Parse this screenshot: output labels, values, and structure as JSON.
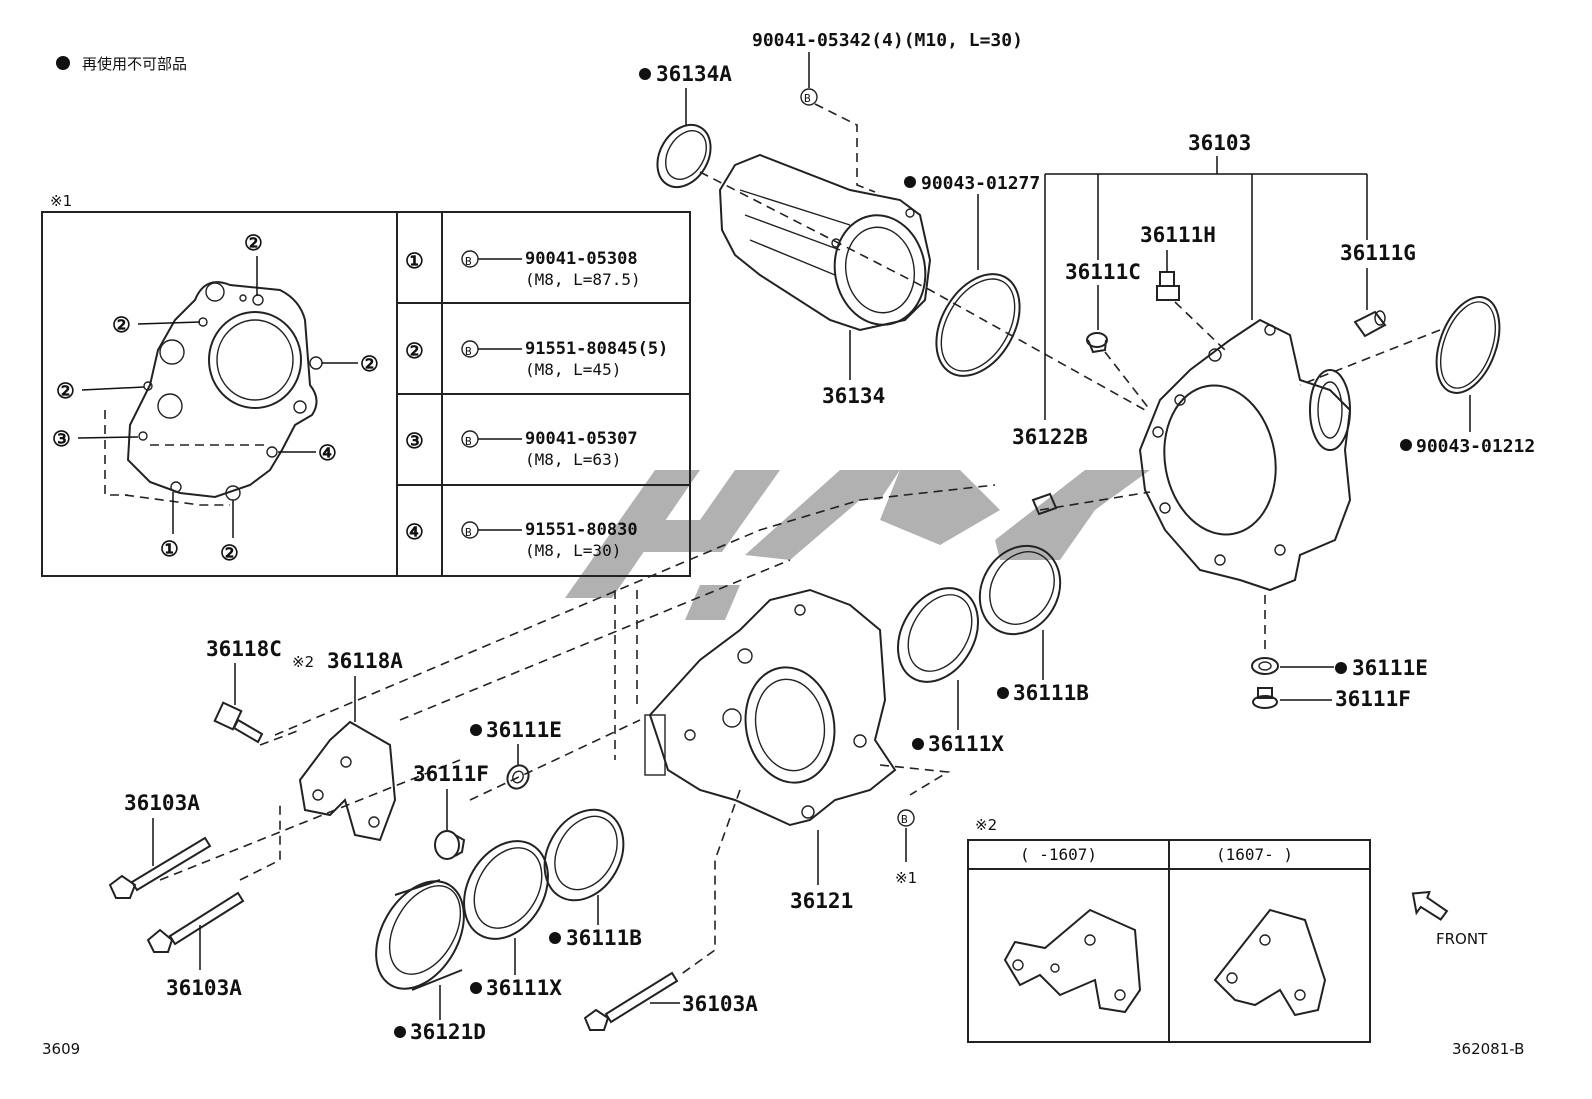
{
  "legend": {
    "non_reusable_text": "再使用不可部品"
  },
  "inset1": {
    "mark": "※1",
    "rows": [
      {
        "num": "①",
        "part": "90041-05308",
        "spec": "(M8, L=87.5)"
      },
      {
        "num": "②",
        "part": "91551-80845(5)",
        "spec": "(M8, L=45)"
      },
      {
        "num": "③",
        "part": "90041-05307",
        "spec": "(M8, L=63)"
      },
      {
        "num": "④",
        "part": "91551-80830",
        "spec": "(M8, L=30)"
      }
    ],
    "callouts": {
      "c1": "①",
      "c2": "②",
      "c3": "③",
      "c4": "④"
    }
  },
  "inset2": {
    "mark": "※2",
    "col1": "(      -1607)",
    "col2": "(1607-      )"
  },
  "bolt_mark": "B",
  "labels": {
    "p_90041_05342": "90041-05342(4)(M10, L=30)",
    "p_36134A": "36134A",
    "p_90043_01277": "90043-01277",
    "p_36134": "36134",
    "p_36103": "36103",
    "p_36111H": "36111H",
    "p_36111C": "36111C",
    "p_36111G": "36111G",
    "p_90043_01212": "90043-01212",
    "p_36122B": "36122B",
    "p_36111E_r": "36111E",
    "p_36111F_r": "36111F",
    "p_36111B_r": "36111B",
    "p_36111X_r": "36111X",
    "p_36118C": "36118C",
    "p_36118A": "36118A",
    "mark_2": "※2",
    "p_36103A_1": "36103A",
    "p_36103A_2": "36103A",
    "p_36103A_3": "36103A",
    "p_36111E_l": "36111E",
    "p_36111F_l": "36111F",
    "p_36111B_l": "36111B",
    "p_36111X_l": "36111X",
    "p_36121D": "36121D",
    "p_36121": "36121",
    "mark_1": "※1",
    "front": "FRONT",
    "footer_left": "3609",
    "footer_right": "362081-B"
  }
}
